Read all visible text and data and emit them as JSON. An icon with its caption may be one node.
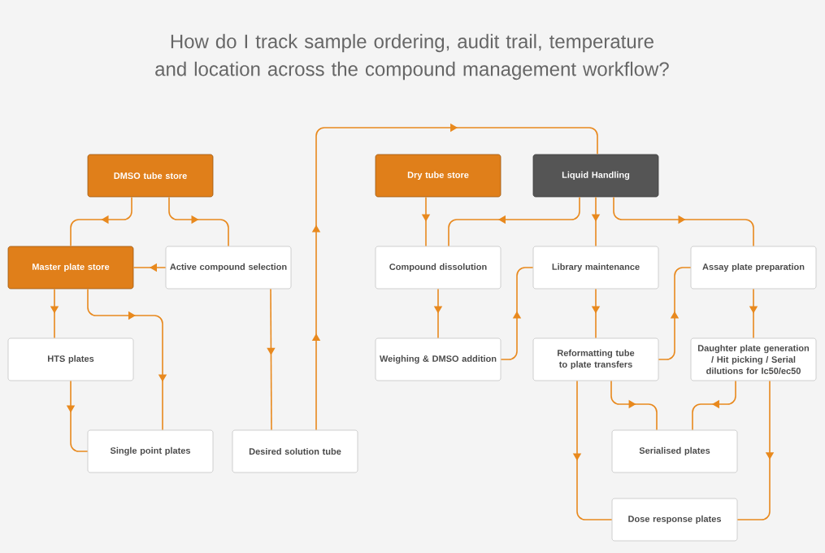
{
  "diagram": {
    "title": "How do I track sample ordering, audit trail, temperature and location across the compound management workflow?",
    "nodes": [
      {
        "text": [
          "DMSO tube store"
        ]
      },
      {
        "text": [
          "Master plate store"
        ]
      },
      {
        "text": [
          "Active compound selection"
        ]
      },
      {
        "text": [
          "HTS plates"
        ]
      },
      {
        "text": [
          "Single point plates"
        ]
      },
      {
        "text": [
          "Desired solution tube"
        ]
      },
      {
        "text": [
          "Dry tube store"
        ]
      },
      {
        "text": [
          "Liquid Handling"
        ]
      },
      {
        "text": [
          "Compound dissolution"
        ]
      },
      {
        "text": [
          "Library maintenance"
        ]
      },
      {
        "text": [
          "Assay plate preparation"
        ]
      },
      {
        "text": [
          "Weighing & DMSO addition"
        ]
      },
      {
        "text": [
          "Reformatting tube to plate transfers"
        ]
      },
      {
        "text": [
          "Daughter plate generation / Hit picking / Serial dilutions for Ic50/ec50"
        ]
      },
      {
        "text": [
          "Serialised plates"
        ]
      },
      {
        "text": [
          "Dose response plates"
        ]
      }
    ],
    "edges": [
      {
        "from": 0,
        "to": 1,
        "arrow": "to"
      },
      {
        "from": 0,
        "to": 2,
        "arrow": "to"
      },
      {
        "from": 2,
        "to": 1,
        "arrow": "to"
      },
      {
        "from": 1,
        "to": 3,
        "arrow": "to"
      },
      {
        "from": 1,
        "to": 4,
        "arrow": "to"
      },
      {
        "from": 3,
        "to": 4,
        "arrow": "to"
      },
      {
        "from": 2,
        "to": 5,
        "arrow": "to"
      },
      {
        "from": 5,
        "to": 7,
        "arrow": "to"
      },
      {
        "from": 6,
        "to": 8,
        "arrow": "to"
      },
      {
        "from": 7,
        "to": 8,
        "arrow": "to"
      },
      {
        "from": 7,
        "to": 9,
        "arrow": "to"
      },
      {
        "from": 7,
        "to": 10,
        "arrow": "to"
      },
      {
        "from": 8,
        "to": 11,
        "arrow": "to"
      },
      {
        "from": 11,
        "to": 9,
        "arrow": "to"
      },
      {
        "from": 9,
        "to": 12,
        "arrow": "to"
      },
      {
        "from": 12,
        "to": 10,
        "arrow": "to"
      },
      {
        "from": 10,
        "to": 13,
        "arrow": "to"
      },
      {
        "from": 12,
        "to": 14,
        "arrow": "to"
      },
      {
        "from": 13,
        "to": 14,
        "arrow": "to"
      },
      {
        "from": 12,
        "to": 15,
        "arrow": "to"
      },
      {
        "from": 13,
        "to": 15,
        "arrow": "to"
      }
    ]
  }
}
